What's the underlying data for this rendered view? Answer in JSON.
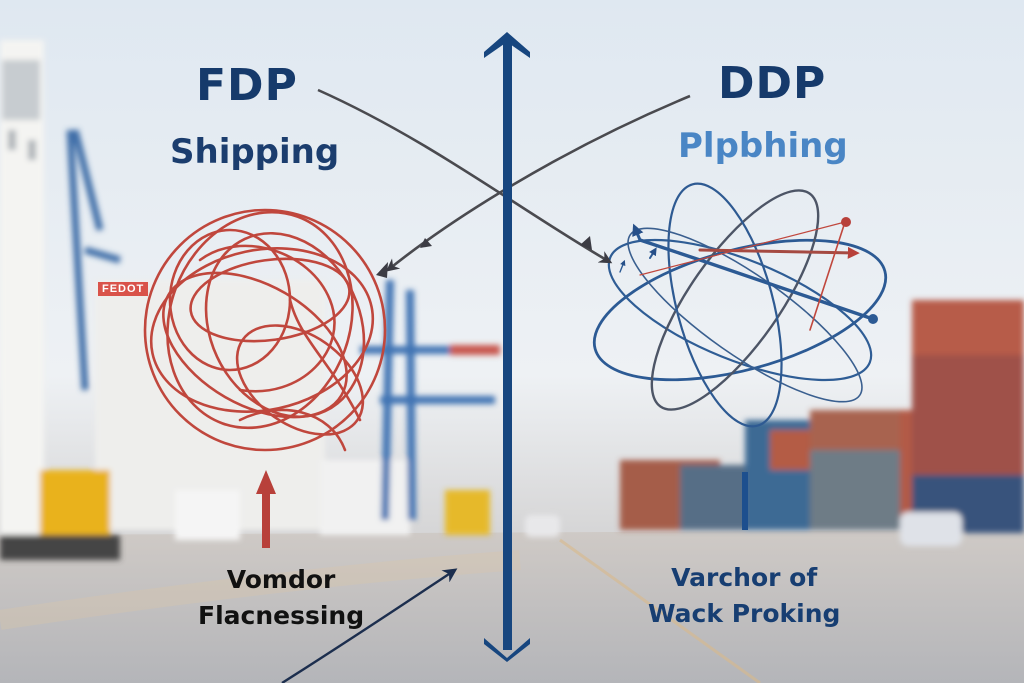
{
  "left_panel": {
    "title": "FDP",
    "subtitle": "Shipping",
    "caption_line1": "Vomdor",
    "caption_line2": "Flacnessing",
    "sign_text": "FEDOT",
    "accent_color": "#c0473d"
  },
  "right_panel": {
    "title": "DDP",
    "subtitle": "Plpbhing",
    "caption_line1": "Varchor of",
    "caption_line2": "Wack Proking",
    "accent_color": "#2c5a94"
  },
  "divider": {
    "icon": "double-arrow-vertical-icon",
    "color": "#17467f"
  },
  "connectors": {
    "color": "#4a4a4f",
    "cross_arrows": [
      "fdp-to-ddp-tangle",
      "ddp-to-fdp-tangle"
    ],
    "bottom_arrow_color": "#1c2e4e"
  }
}
